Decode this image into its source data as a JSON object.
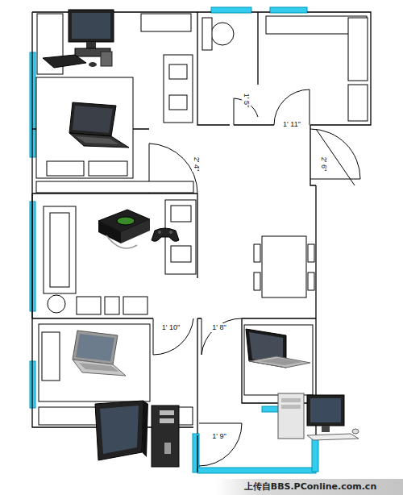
{
  "diagram": {
    "labels": [
      "1' 5\"",
      "1' 11\"",
      "2' 4\"",
      "2' 6\"",
      "1' 10\"",
      "1' 8\"",
      "1' 9\"",
      "上传自BBS.PConline.com.cn"
    ]
  }
}
